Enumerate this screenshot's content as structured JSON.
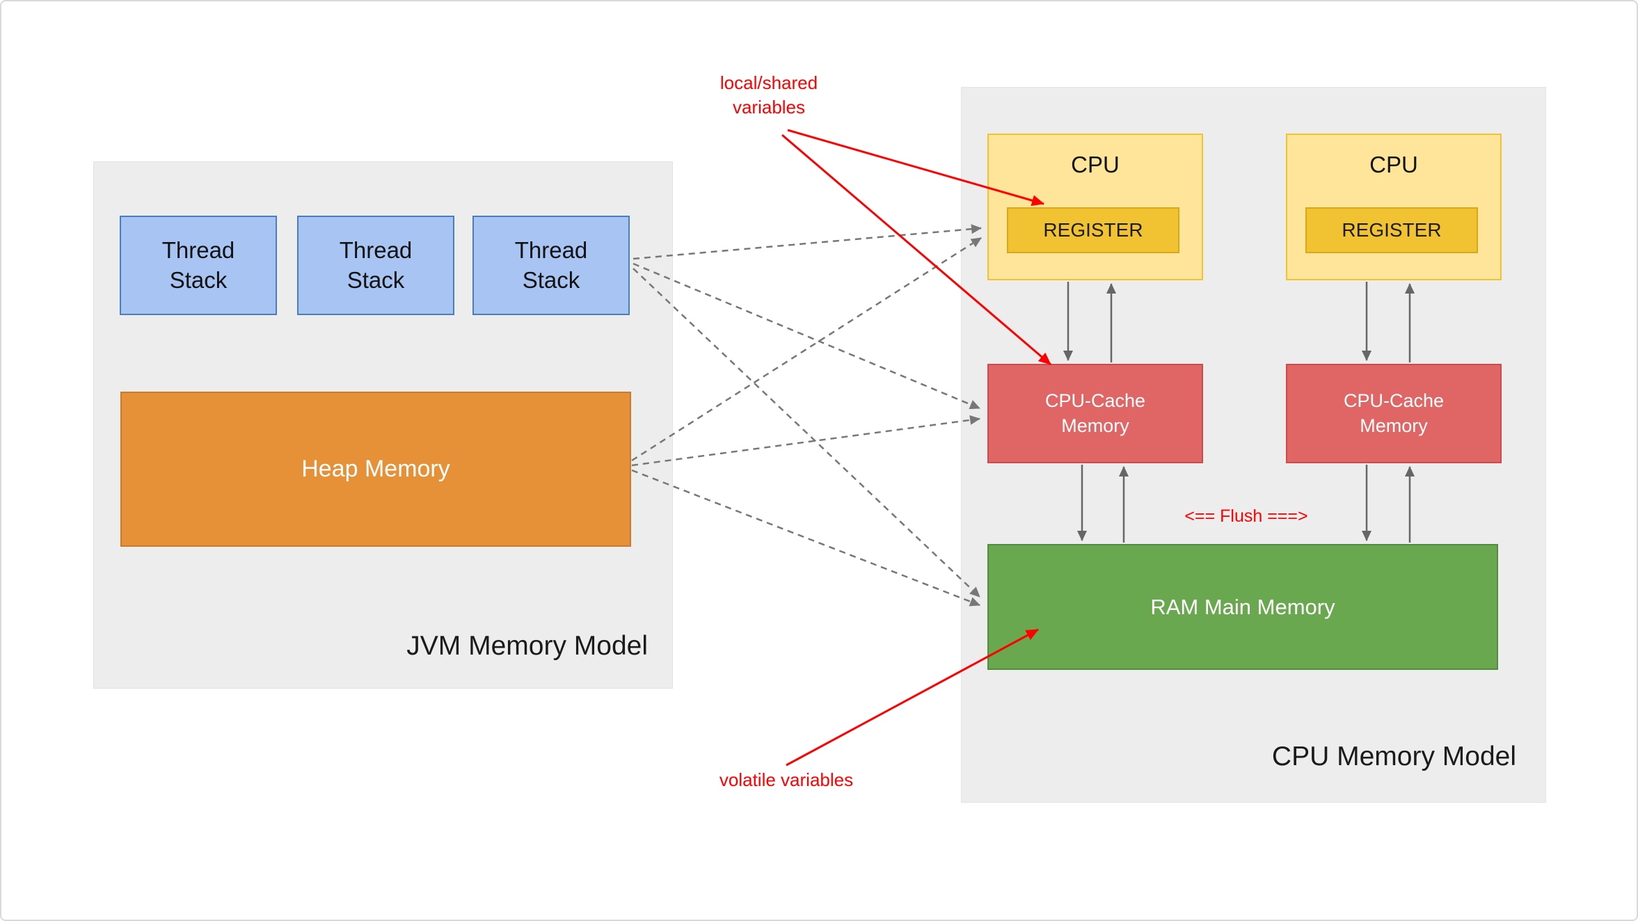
{
  "diagram": {
    "jvm": {
      "title": "JVM Memory Model",
      "thread_stacks": [
        {
          "lines": [
            "Thread",
            "Stack"
          ]
        },
        {
          "lines": [
            "Thread",
            "Stack"
          ]
        },
        {
          "lines": [
            "Thread",
            "Stack"
          ]
        }
      ],
      "heap_label": "Heap Memory"
    },
    "cpu": {
      "title": "CPU Memory Model",
      "cpus": [
        {
          "label": "CPU",
          "register_label": "REGISTER"
        },
        {
          "label": "CPU",
          "register_label": "REGISTER"
        }
      ],
      "caches": [
        {
          "lines": [
            "CPU-Cache",
            "Memory"
          ]
        },
        {
          "lines": [
            "CPU-Cache",
            "Memory"
          ]
        }
      ],
      "ram_label": "RAM Main Memory",
      "flush_label": "<== Flush ===>"
    },
    "annotations": {
      "local_shared_lines": [
        "local/shared",
        "variables"
      ],
      "volatile_label": "volatile variables"
    }
  },
  "colors": {
    "panel_fill": "#EDEDED",
    "thread_stack_fill": "#A7C4F2",
    "thread_stack_border": "#4A7EBB",
    "heap_fill": "#E69138",
    "heap_border": "#C87B2B",
    "cpu_fill": "#FFE599",
    "cpu_border": "#F1C232",
    "register_fill": "#F1C232",
    "register_border": "#DBA617",
    "cache_fill": "#E06666",
    "cache_border": "#CF4B4B",
    "ram_fill": "#6AA84F",
    "ram_border": "#538C3F",
    "annotation_red": "#FF0000",
    "arrow_gray": "#666666"
  }
}
